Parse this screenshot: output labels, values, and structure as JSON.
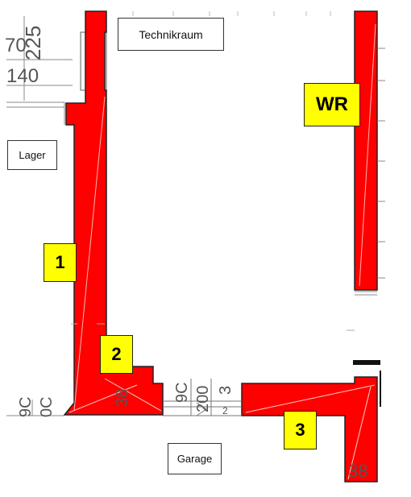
{
  "rooms": {
    "technikraum": "Technikraum",
    "lager": "Lager",
    "garage": "Garage",
    "wr": "WR"
  },
  "markers": {
    "m1": "1",
    "m2": "2",
    "m3": "3"
  },
  "dimensions": {
    "d225": "225",
    "d140": "140",
    "d70": "70",
    "d38a": "38",
    "d9c": "9C",
    "d200": "200",
    "d3": "3",
    "d2": "2",
    "d9c_left": "9C",
    "d0c": "0C",
    "d38b": "38"
  },
  "colors": {
    "wall": "#ff0000",
    "marker": "#ffff00",
    "label_bg": "#ffffff"
  }
}
